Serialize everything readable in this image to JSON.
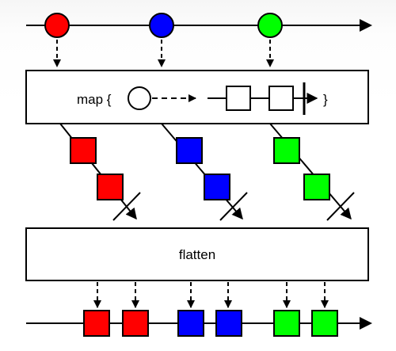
{
  "operators": {
    "map_label": "map {",
    "map_close": "}",
    "flatten_label": "flatten"
  },
  "colors": {
    "red": "#ff0000",
    "blue": "#0000ff",
    "green": "#00ff00",
    "stroke": "#000000",
    "box_fill": "#ffffff"
  },
  "marbles": {
    "input": [
      "red",
      "blue",
      "green"
    ],
    "output": [
      "red",
      "red",
      "blue",
      "blue",
      "green",
      "green"
    ]
  }
}
